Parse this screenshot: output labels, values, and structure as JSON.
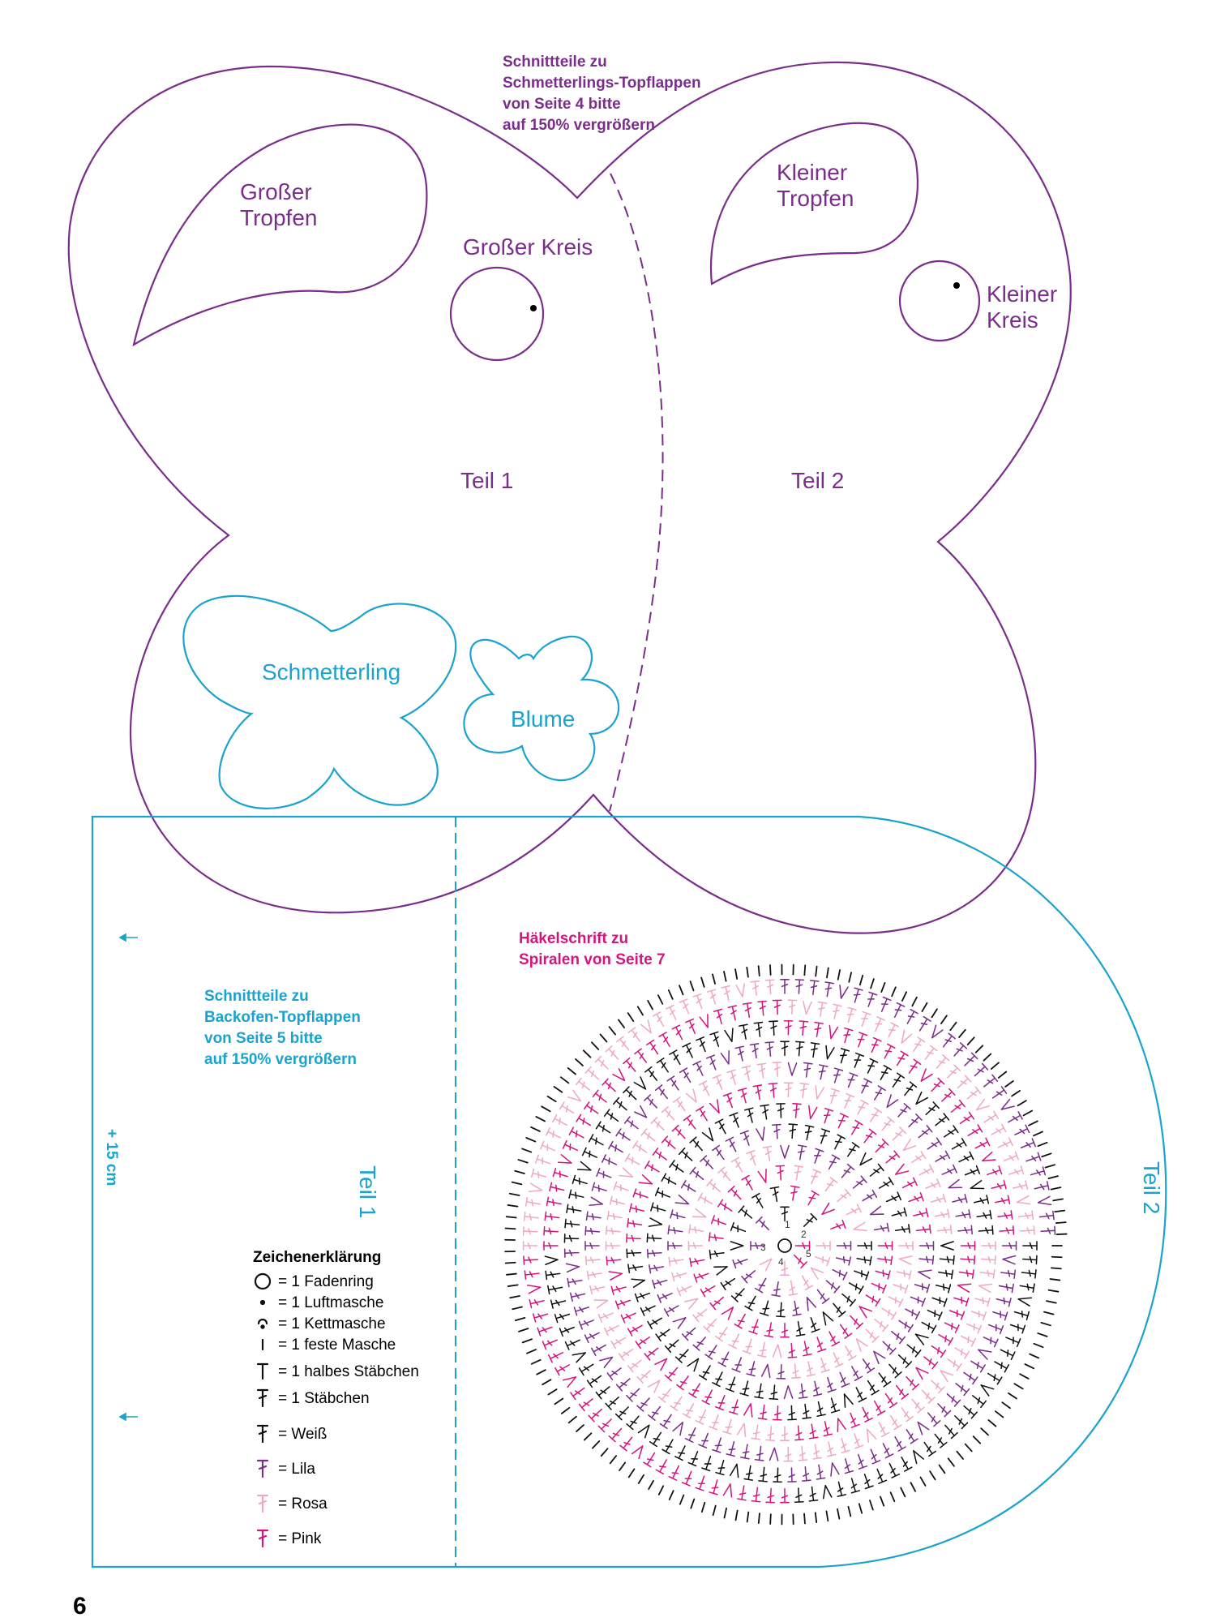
{
  "colors": {
    "purple": "#7b2d8b",
    "cyan": "#1aa3cf",
    "weiss": "#111111",
    "lila": "#7b2d8b",
    "rosa": "#f0a7c4",
    "pink": "#d4157f"
  },
  "butterfly": {
    "heading": [
      "Schnittteile zu",
      "Schmetterlings-Topflappen",
      "von Seite 4 bitte",
      "auf 150% vergrößern"
    ],
    "grosser_tropfen": [
      "Großer",
      "Tropfen"
    ],
    "grosser_kreis": "Großer Kreis",
    "kleiner_tropfen": [
      "Kleiner",
      "Tropfen"
    ],
    "kleiner_kreis": [
      "Kleiner",
      "Kreis"
    ],
    "teil1": "Teil 1",
    "teil2": "Teil 2",
    "schmetterling": "Schmetterling",
    "blume": "Blume"
  },
  "oven": {
    "heading": [
      "Schnittteile zu",
      "Backofen-Topflappen",
      "von Seite 5 bitte",
      "auf 150% vergrößern"
    ],
    "measure": "+ 15 cm",
    "teil1": "Teil 1",
    "teil2": "Teil 2"
  },
  "crochet": {
    "heading": [
      "Häkelschrift zu",
      "Spiralen von Seite 7"
    ],
    "round_numbers": [
      "1",
      "2",
      "3",
      "4",
      "5"
    ]
  },
  "legend": {
    "title": "Zeichenerklärung",
    "items": [
      {
        "symbol": "ring",
        "color": "weiss",
        "text": "= 1 Fadenring"
      },
      {
        "symbol": "dot",
        "color": "weiss",
        "text": "= 1 Luftmasche"
      },
      {
        "symbol": "slip",
        "color": "weiss",
        "text": "= 1 Kettmasche"
      },
      {
        "symbol": "sc",
        "color": "weiss",
        "text": "= 1 feste Masche"
      },
      {
        "symbol": "hdc",
        "color": "weiss",
        "text": "= 1 halbes Stäbchen"
      },
      {
        "symbol": "dc",
        "color": "weiss",
        "text": "= 1 Stäbchen"
      },
      {
        "symbol": "dc",
        "color": "weiss",
        "text": "= Weiß"
      },
      {
        "symbol": "dc",
        "color": "lila",
        "text": "= Lila"
      },
      {
        "symbol": "dc",
        "color": "rosa",
        "text": "= Rosa"
      },
      {
        "symbol": "dc",
        "color": "pink",
        "text": "= Pink"
      }
    ]
  },
  "page_number": "6"
}
